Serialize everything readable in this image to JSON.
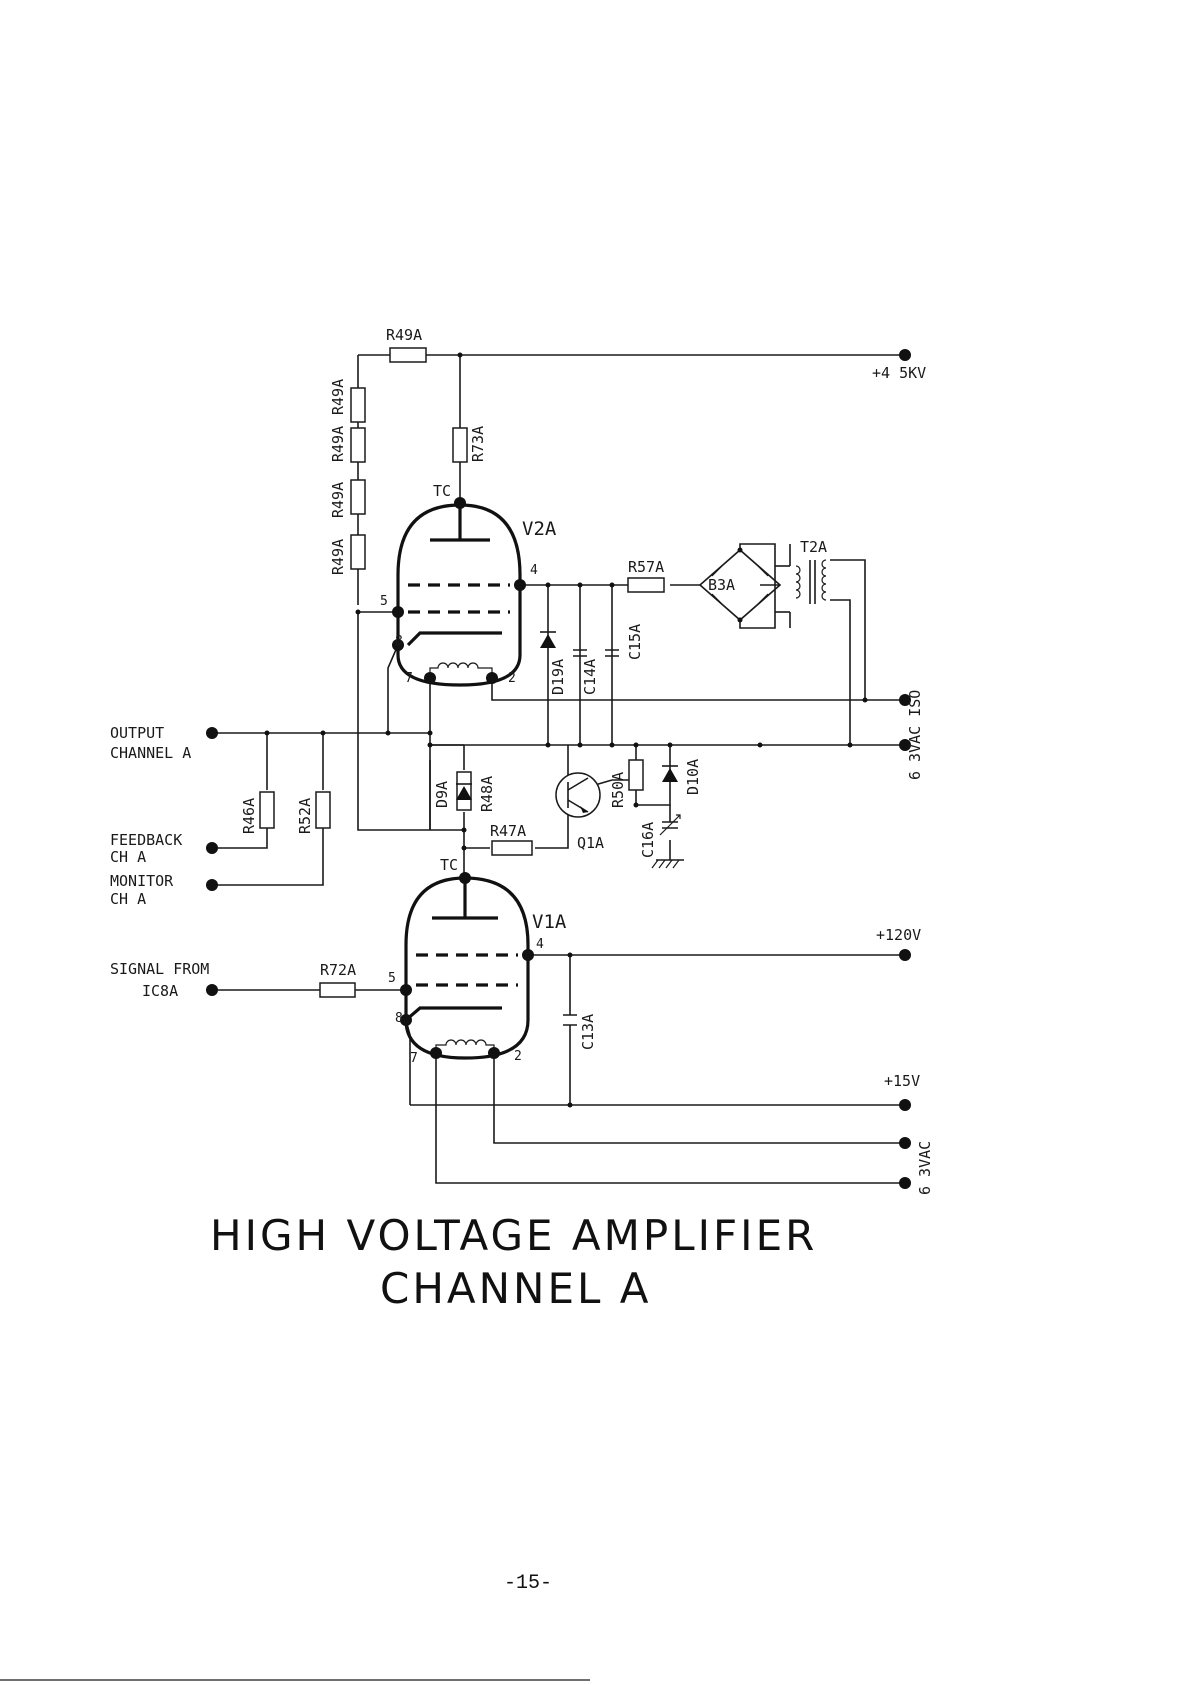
{
  "components": {
    "r49a_top": "R49A",
    "r49a_chain": [
      "R49A",
      "R49A",
      "R49A",
      "R49A"
    ],
    "r73a": "R73A",
    "v2a": "V2A",
    "v1a": "V1A",
    "tc_v2": "TC",
    "tc_v1": "TC",
    "r57a": "R57A",
    "b3a": "B3A",
    "t2a": "T2A",
    "c15a": "C15A",
    "c14a": "C14A",
    "d19a": "D19A",
    "d9a": "D9A",
    "r48a": "R48A",
    "r47a": "R47A",
    "q1a": "Q1A",
    "r50a": "R50A",
    "d10a": "D10A",
    "c16a": "C16A",
    "r46a": "R46A",
    "r52a": "R52A",
    "r72a": "R72A",
    "c13a": "C13A"
  },
  "pins": {
    "v2": {
      "grid": "4",
      "screen": "5",
      "cathode": "8",
      "heater_a": "7",
      "heater_b": "2"
    },
    "v1": {
      "grid": "4",
      "screen": "5",
      "cathode": "8",
      "heater_a": "7",
      "heater_b": "2"
    }
  },
  "terminals": {
    "hv": "+4 5KV",
    "iso_6v3": "6 3VAC ISO",
    "v120": "+120V",
    "v15": "+15V",
    "vac_6v3": "6 3VAC"
  },
  "inputs": {
    "output_line1": "OUTPUT",
    "output_line2": "CHANNEL A",
    "feedback_line1": "FEEDBACK",
    "feedback_line2": "CH A",
    "monitor_line1": "MONITOR",
    "monitor_line2": "CH A",
    "signal_line1": "SIGNAL FROM",
    "signal_line2": "IC8A"
  },
  "title": {
    "line1": "HIGH VOLTAGE AMPLIFIER",
    "line2": "CHANNEL A"
  },
  "page_number": "-15-"
}
